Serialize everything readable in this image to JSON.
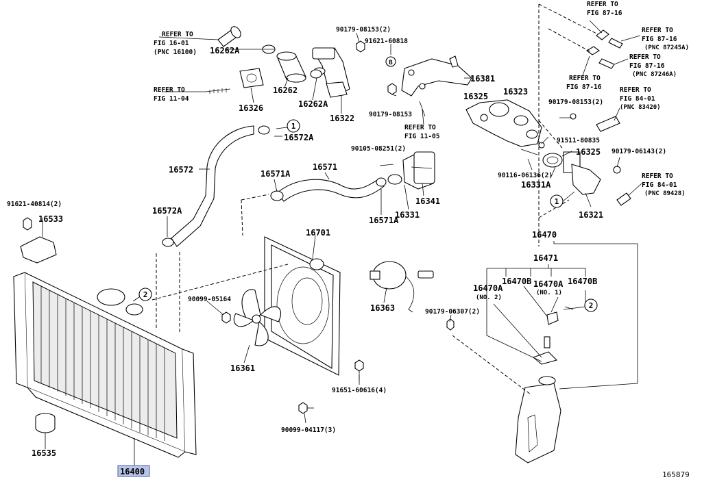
{
  "diagram_id": "165879",
  "parts": [
    {
      "key": "p16262A_top",
      "number": "16262A"
    },
    {
      "key": "p16262",
      "number": "16262"
    },
    {
      "key": "p16326",
      "number": "16326"
    },
    {
      "key": "p16262A_low",
      "number": "16262A"
    },
    {
      "key": "p16322",
      "number": "16322"
    },
    {
      "key": "p16381",
      "number": "16381"
    },
    {
      "key": "p16325_top",
      "number": "16325"
    },
    {
      "key": "p16323",
      "number": "16323"
    },
    {
      "key": "p16572A_top",
      "number": "16572A"
    },
    {
      "key": "p16572",
      "number": "16572"
    },
    {
      "key": "p16572A_low",
      "number": "16572A"
    },
    {
      "key": "p16571A_top",
      "number": "16571A"
    },
    {
      "key": "p16571",
      "number": "16571"
    },
    {
      "key": "p16571A_low",
      "number": "16571A"
    },
    {
      "key": "p16331",
      "number": "16331"
    },
    {
      "key": "p16341",
      "number": "16341"
    },
    {
      "key": "p16325_low",
      "number": "16325"
    },
    {
      "key": "p16331A",
      "number": "16331A"
    },
    {
      "key": "p16321",
      "number": "16321"
    },
    {
      "key": "p16533",
      "number": "16533"
    },
    {
      "key": "p16701",
      "number": "16701"
    },
    {
      "key": "p16363",
      "number": "16363"
    },
    {
      "key": "p16361",
      "number": "16361"
    },
    {
      "key": "p16470",
      "number": "16470"
    },
    {
      "key": "p16471",
      "number": "16471"
    },
    {
      "key": "p16470A_2",
      "number": "16470A"
    },
    {
      "key": "p16470B_a",
      "number": "16470B"
    },
    {
      "key": "p16470A_1",
      "number": "16470A"
    },
    {
      "key": "p16470B_b",
      "number": "16470B"
    },
    {
      "key": "p16535",
      "number": "16535"
    },
    {
      "key": "p16400",
      "number": "16400"
    }
  ],
  "fasteners": [
    {
      "key": "f90179_08153_2_top",
      "text": "90179-08153(2)"
    },
    {
      "key": "f91621_60818",
      "text": "91621-60818"
    },
    {
      "key": "f90179_08153",
      "text": "90179-08153"
    },
    {
      "key": "f90179_08153_2_right",
      "text": "90179-08153(2)"
    },
    {
      "key": "f91511_80835",
      "text": "91511-80835"
    },
    {
      "key": "f90179_06143_2",
      "text": "90179-06143(2)"
    },
    {
      "key": "f90105_08251_2",
      "text": "90105-08251(2)"
    },
    {
      "key": "f90116_06136_2",
      "text": "90116-06136(2)"
    },
    {
      "key": "f91621_40814_2",
      "text": "91621-40814(2)"
    },
    {
      "key": "f90099_05164",
      "text": "90099-05164"
    },
    {
      "key": "f90179_06307_2",
      "text": "90179-06307(2)"
    },
    {
      "key": "f91651_60616_4",
      "text": "91651-60616(4)"
    },
    {
      "key": "f90099_04117_3",
      "text": "90099-04117(3)"
    }
  ],
  "references": [
    {
      "key": "r_16_01",
      "line1": "REFER TO",
      "line2": "FIG 16-01",
      "line3": "(PNC 16100)"
    },
    {
      "key": "r_11_04",
      "line1": "REFER TO",
      "line2": "FIG 11-04",
      "line3": ""
    },
    {
      "key": "r_11_05",
      "line1": "REFER TO",
      "line2": "FIG 11-05",
      "line3": ""
    },
    {
      "key": "r_87_16_top",
      "line1": "REFER TO",
      "line2": "FIG 87-16",
      "line3": ""
    },
    {
      "key": "r_87_16_a",
      "line1": "REFER TO",
      "line2": "FIG 87-16",
      "line3": "(PNC 87245A)"
    },
    {
      "key": "r_87_16_b",
      "line1": "REFER TO",
      "line2": "FIG 87-16",
      "line3": "(PNC 87246A)"
    },
    {
      "key": "r_87_16_mid",
      "line1": "REFER TO",
      "line2": "FIG 87-16",
      "line3": ""
    },
    {
      "key": "r_84_01_a",
      "line1": "REFER TO",
      "line2": "FIG 84-01",
      "line3": "(PNC 83420)"
    },
    {
      "key": "r_84_01_b",
      "line1": "REFER TO",
      "line2": "FIG 84-01",
      "line3": "(PNC 89428)"
    }
  ],
  "notes": [
    {
      "key": "no2",
      "text": "(NO. 2)"
    },
    {
      "key": "no1",
      "text": "(NO. 1)"
    }
  ],
  "callouts": [
    {
      "key": "c1_top",
      "symbol": "1"
    },
    {
      "key": "c1_right",
      "symbol": "1"
    },
    {
      "key": "c2_rad",
      "symbol": "2"
    },
    {
      "key": "c2_res",
      "symbol": "2"
    },
    {
      "key": "cB",
      "symbol": "B"
    }
  ]
}
